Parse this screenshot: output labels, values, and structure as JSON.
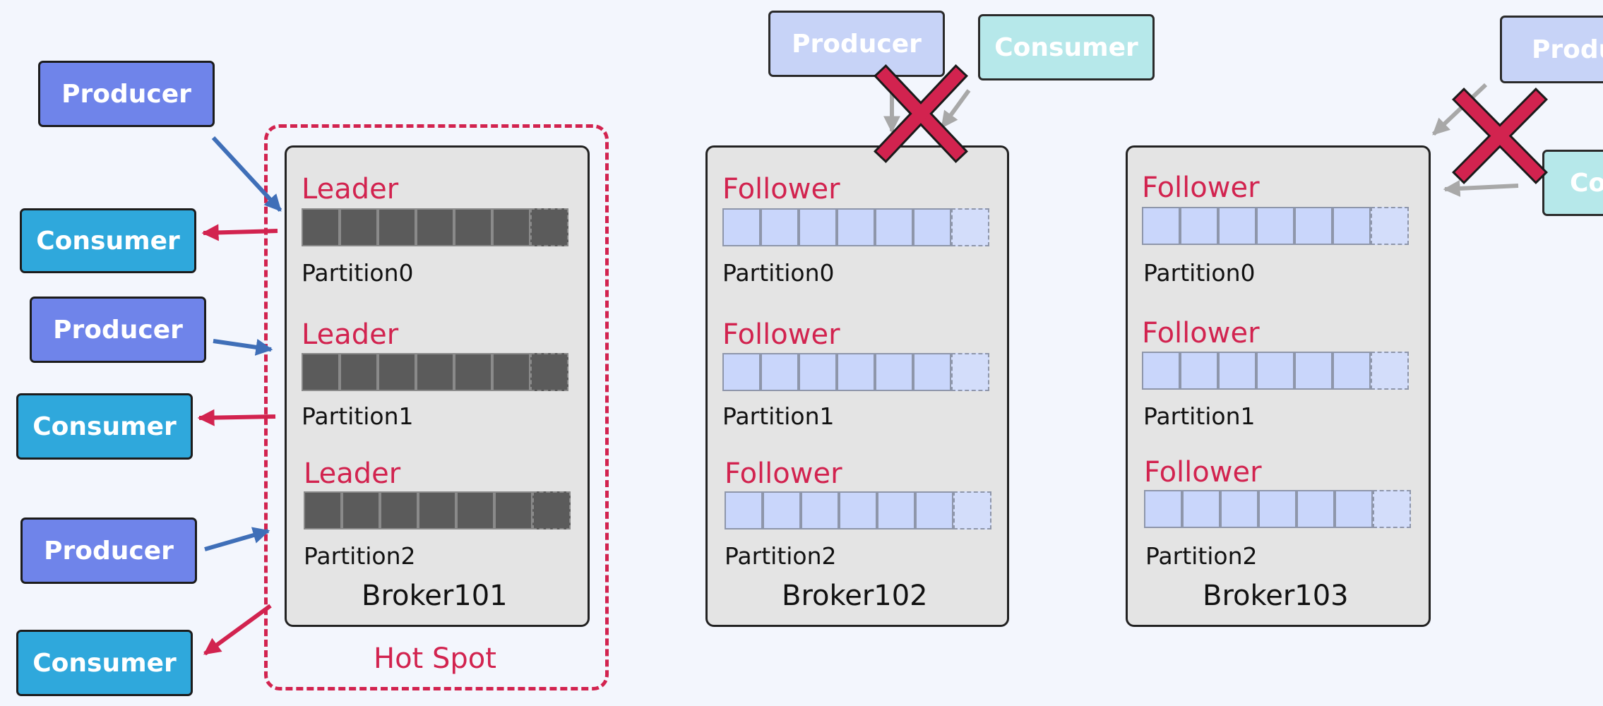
{
  "clients": [
    {
      "id": "p1",
      "label": "Producer",
      "kind": "producer"
    },
    {
      "id": "c1",
      "label": "Consumer",
      "kind": "consumer"
    },
    {
      "id": "p2",
      "label": "Producer",
      "kind": "producer"
    },
    {
      "id": "c2",
      "label": "Consumer",
      "kind": "consumer"
    },
    {
      "id": "p3",
      "label": "Producer",
      "kind": "producer"
    },
    {
      "id": "c3",
      "label": "Consumer",
      "kind": "consumer"
    },
    {
      "id": "p4",
      "label": "Producer",
      "kind": "producer-faded"
    },
    {
      "id": "c4",
      "label": "Consumer",
      "kind": "consumer-faded"
    },
    {
      "id": "p5",
      "label": "Produ",
      "kind": "producer-faded"
    },
    {
      "id": "c5",
      "label": "Co",
      "kind": "consumer-faded"
    }
  ],
  "brokers": [
    {
      "name": "Broker101",
      "hot_spot": true,
      "partitions": [
        {
          "role": "Leader",
          "label": "Partition0"
        },
        {
          "role": "Leader",
          "label": "Partition1"
        },
        {
          "role": "Leader",
          "label": "Partition2"
        }
      ]
    },
    {
      "name": "Broker102",
      "hot_spot": false,
      "partitions": [
        {
          "role": "Follower",
          "label": "Partition0"
        },
        {
          "role": "Follower",
          "label": "Partition1"
        },
        {
          "role": "Follower",
          "label": "Partition2"
        }
      ]
    },
    {
      "name": "Broker103",
      "hot_spot": false,
      "partitions": [
        {
          "role": "Follower",
          "label": "Partition0"
        },
        {
          "role": "Follower",
          "label": "Partition1"
        },
        {
          "role": "Follower",
          "label": "Partition2"
        }
      ]
    }
  ],
  "hot_spot_label": "Hot Spot",
  "colors": {
    "producer": "#6f84ea",
    "consumer": "#2fa8dc",
    "leader_text": "#d2234f",
    "hot_spot_border": "#d2234f",
    "producer_arrow": "#3f6fb8",
    "consumer_arrow": "#d2234f",
    "blocked_arrow": "#a8a8a8",
    "cross": "#d2234f"
  },
  "icons": [
    "cross-icon",
    "arrow-icon"
  ]
}
